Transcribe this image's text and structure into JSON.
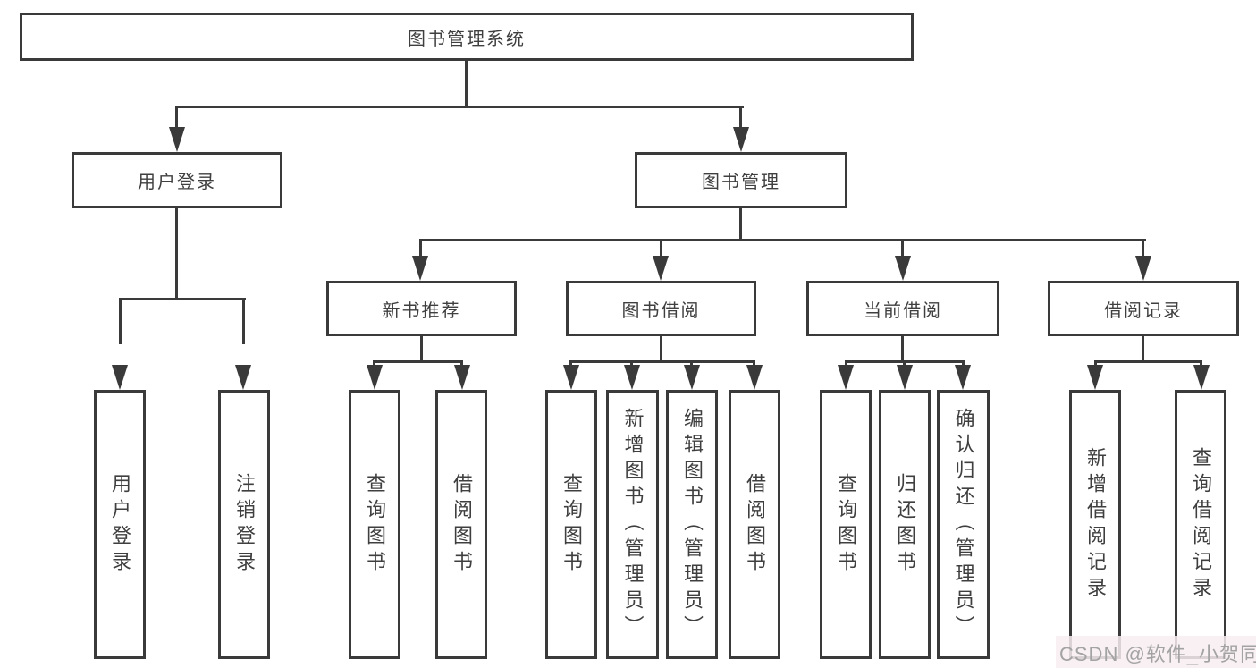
{
  "colors": {
    "line": "#3a3a3a",
    "text": "#3f3f3f",
    "watermark_text": "#a3a3a3",
    "watermark_bg": "#f8edf2",
    "background": "#ffffff"
  },
  "diagram": {
    "root": {
      "label": "图书管理系统"
    },
    "branches": [
      {
        "label": "用户登录",
        "children": [
          "用户登录",
          "注销登录"
        ]
      },
      {
        "label": "图书管理",
        "groups": [
          {
            "label": "新书推荐",
            "children": [
              "查询图书",
              "借阅图书"
            ]
          },
          {
            "label": "图书借阅",
            "children": [
              "查询图书",
              "新增图书（管理员）",
              "编辑图书（管理员）",
              "借阅图书"
            ]
          },
          {
            "label": "当前借阅",
            "children": [
              "查询图书",
              "归还图书",
              "确认归还（管理员）"
            ]
          },
          {
            "label": "借阅记录",
            "children": [
              "新增借阅记录",
              "查询借阅记录"
            ]
          }
        ]
      }
    ]
  },
  "watermark": "CSDN @软件_小贺同学"
}
